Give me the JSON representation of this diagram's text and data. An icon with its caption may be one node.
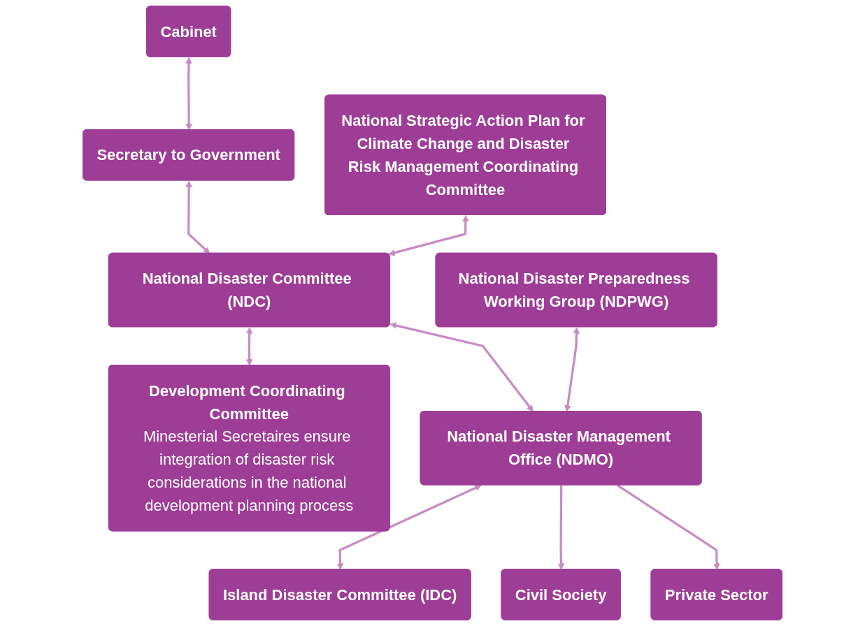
{
  "diagram": {
    "nodes": [
      {
        "text": [
          "Cabinet"
        ]
      },
      {
        "text": [
          "Secretary to Government"
        ]
      },
      {
        "text": [
          "National Strategic Action Plan for Climate Change and Disaster Risk Management Coordinating Committee"
        ]
      },
      {
        "text": [
          "National Disaster Committee (NDC)"
        ]
      },
      {
        "text": [
          "Development Coordinating Committee",
          "Minesterial Secretaires ensure integration of disaster risk considerations in the national development planning process"
        ]
      },
      {
        "text": [
          "National Disaster Preparedness Working Group (NDPWG)"
        ]
      },
      {
        "text": [
          "National Disaster Management Office (NDMO)"
        ]
      },
      {
        "text": [
          "Island Disaster Committee (IDC)"
        ]
      },
      {
        "text": [
          "Civil Society"
        ]
      },
      {
        "text": [
          "Private Sector"
        ]
      }
    ],
    "edges": [
      {
        "from": 0,
        "to": 1,
        "arrow": "both"
      },
      {
        "from": 1,
        "to": 3,
        "arrow": "both"
      },
      {
        "from": 2,
        "to": 3,
        "arrow": "both"
      },
      {
        "from": 3,
        "to": 4,
        "arrow": "both"
      },
      {
        "from": 3,
        "to": 6,
        "arrow": "both"
      },
      {
        "from": 5,
        "to": 6,
        "arrow": "both"
      },
      {
        "from": 6,
        "to": 7,
        "arrow": "both"
      },
      {
        "from": 6,
        "to": 8,
        "arrow": "to"
      },
      {
        "from": 6,
        "to": 9,
        "arrow": "to"
      }
    ]
  }
}
